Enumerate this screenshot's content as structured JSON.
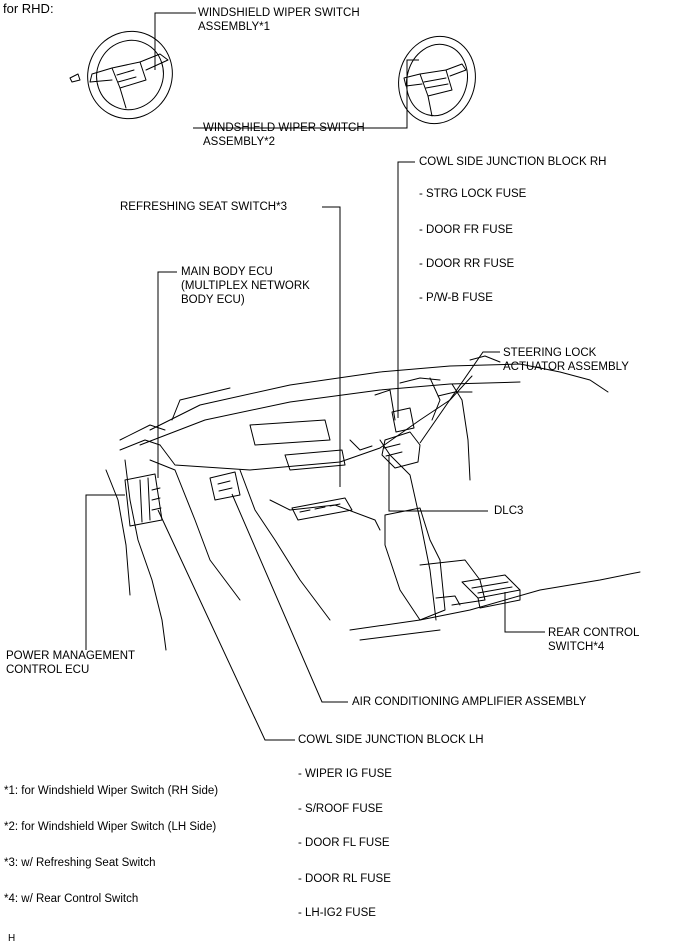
{
  "header": "for RHD:",
  "labels": {
    "wiper1": [
      "WINDSHIELD WIPER SWITCH",
      "ASSEMBLY*1"
    ],
    "wiper2": [
      "WINDSHIELD WIPER SWITCH",
      "ASSEMBLY*2"
    ],
    "cowl_rh": "COWL SIDE JUNCTION BLOCK RH",
    "cowl_rh_fuses": [
      "- STRG LOCK FUSE",
      "- DOOR FR FUSE",
      "- DOOR RR FUSE",
      "- P/W-B FUSE"
    ],
    "refreshing_seat": "REFRESHING SEAT SWITCH*3",
    "main_body_ecu": [
      "MAIN BODY ECU",
      "(MULTIPLEX NETWORK",
      "BODY ECU)"
    ],
    "steering_lock": [
      "STEERING LOCK",
      "ACTUATOR ASSEMBLY"
    ],
    "dlc3": "DLC3",
    "rear_control": [
      "REAR CONTROL",
      "SWITCH*4"
    ],
    "power_mgmt": [
      "POWER MANAGEMENT",
      "CONTROL ECU"
    ],
    "air_cond": "AIR CONDITIONING AMPLIFIER ASSEMBLY",
    "cowl_lh": "COWL SIDE JUNCTION BLOCK LH",
    "cowl_lh_fuses": [
      "- WIPER IG FUSE",
      "- S/ROOF FUSE",
      "- DOOR FL FUSE",
      "- DOOR RL FUSE",
      "- LH-IG2 FUSE"
    ]
  },
  "footnotes": [
    "*1: for Windshield Wiper Switch (RH Side)",
    "*2: for Windshield Wiper Switch (LH Side)",
    "*3: w/ Refreshing Seat Switch",
    "*4: w/ Rear Control Switch"
  ],
  "footer": "H"
}
